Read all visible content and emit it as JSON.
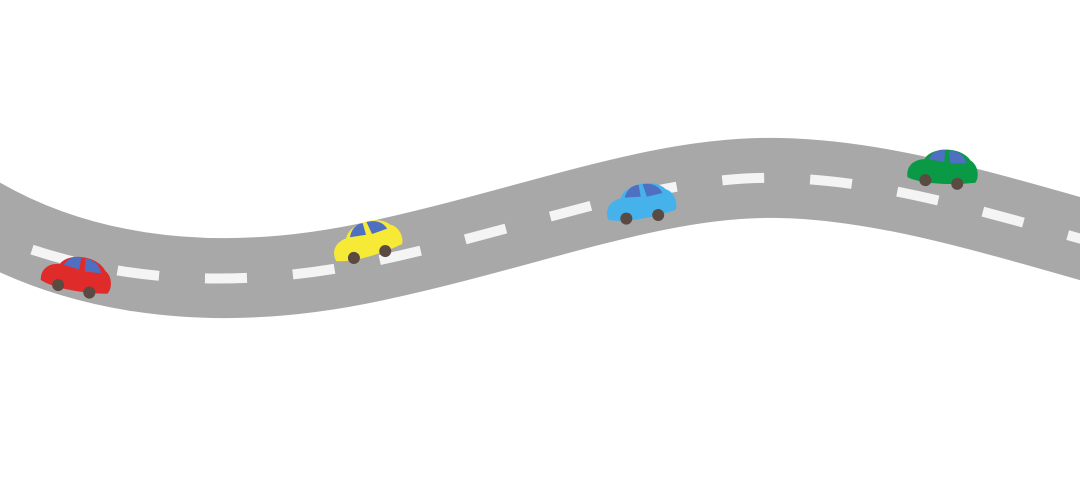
{
  "scene": {
    "background_color": "#ffffff",
    "road": {
      "asphalt_color": "#a8a8a8",
      "lane_marking_color": "#f4f4f4"
    },
    "cars": [
      {
        "name": "red-car",
        "body_color": "#e02b2b",
        "window_color": "#4f6fc0",
        "wheel_color": "#5a4a42"
      },
      {
        "name": "yellow-car",
        "body_color": "#f7ea37",
        "window_color": "#4f6fc0",
        "wheel_color": "#5a4a42"
      },
      {
        "name": "blue-car",
        "body_color": "#45b2ec",
        "window_color": "#4f6fc0",
        "wheel_color": "#5a4a42"
      },
      {
        "name": "green-car",
        "body_color": "#0a9a46",
        "window_color": "#4f6fc0",
        "wheel_color": "#5a4a42"
      }
    ]
  }
}
